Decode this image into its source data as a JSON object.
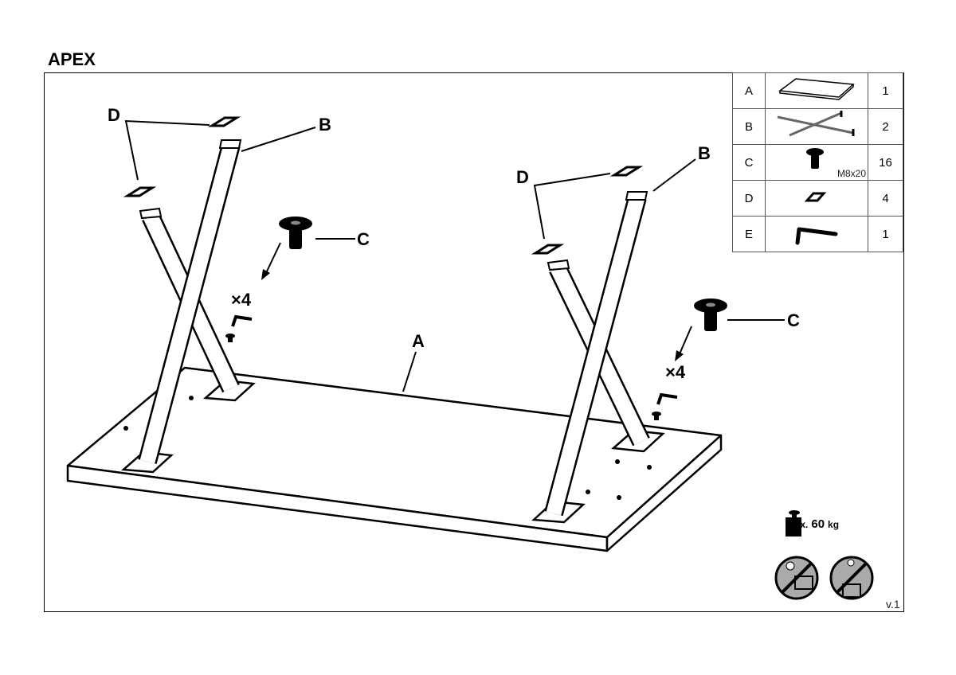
{
  "title": "APEX",
  "version": "v.1",
  "labels": {
    "A": "A",
    "B": "B",
    "C": "C",
    "D": "D",
    "times4": "×4"
  },
  "parts": [
    {
      "id": "A",
      "icon": "tabletop-icon",
      "qty": "1"
    },
    {
      "id": "B",
      "icon": "x-leg-icon",
      "qty": "2"
    },
    {
      "id": "C",
      "icon": "bolt-icon",
      "size": "M8x20",
      "qty": "16"
    },
    {
      "id": "D",
      "icon": "pad-icon",
      "qty": "4"
    },
    {
      "id": "E",
      "icon": "allen-key-icon",
      "qty": "1"
    }
  ],
  "max_load": {
    "prefix": "max.",
    "value": "60",
    "unit": "kg"
  },
  "warnings": [
    "no-climbing-icon",
    "no-standing-icon"
  ]
}
